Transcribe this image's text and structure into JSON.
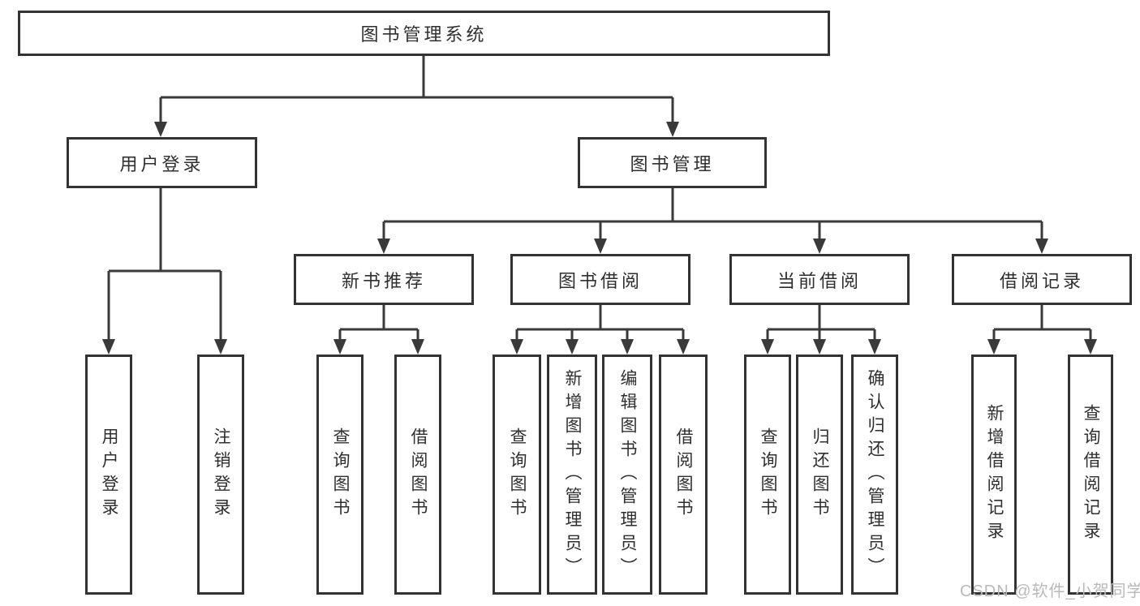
{
  "diagram": {
    "root": "图书管理系统",
    "login": {
      "label": "用户登录",
      "children": [
        "用户登录",
        "注销登录"
      ]
    },
    "management": {
      "label": "图书管理",
      "sections": [
        {
          "label": "新书推荐",
          "children": [
            "查询图书",
            "借阅图书"
          ]
        },
        {
          "label": "图书借阅",
          "children": [
            "查询图书",
            "新增图书（管理员）",
            "编辑图书（管理员）",
            "借阅图书"
          ]
        },
        {
          "label": "当前借阅",
          "children": [
            "查询图书",
            "归还图书",
            "确认归还（管理员）"
          ]
        },
        {
          "label": "借阅记录",
          "children": [
            "新增借阅记录",
            "查询借阅记录"
          ]
        }
      ]
    }
  },
  "watermark": "CSDN @软件_小贺同学",
  "colors": {
    "line": "#3a3a3a",
    "box_border": "#333333",
    "text": "#2f2f2f",
    "background": "#ffffff",
    "watermark": "#b9b9b9"
  }
}
